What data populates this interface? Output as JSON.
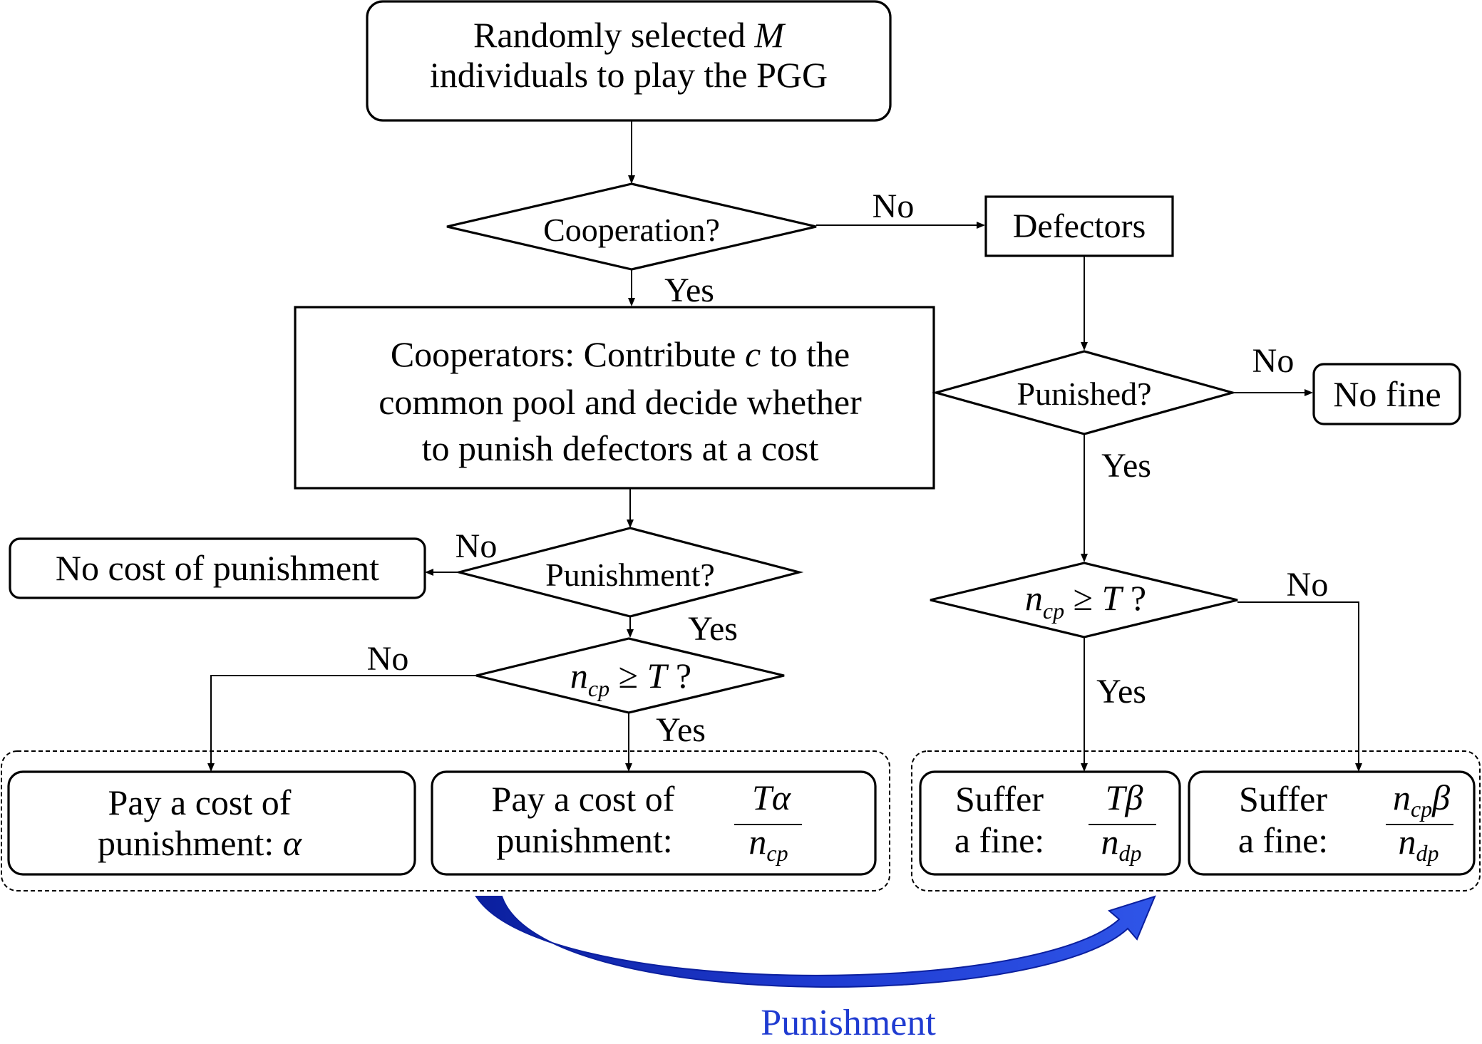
{
  "start": {
    "line1": "Randomly selected",
    "var_m": "M",
    "line2": "individuals to play the PGG"
  },
  "cooperation_q": "Cooperation?",
  "defectors": "Defectors",
  "cooperators": {
    "line1_a": "Cooperators: Contribute ",
    "line1_var": "c",
    "line1_b": " to the",
    "line2": "common pool and decide whether",
    "line3": "to punish defectors at a cost"
  },
  "punished_q": "Punished?",
  "no_fine": "No fine",
  "punishment_q": "Punishment?",
  "no_cost": "No cost of punishment",
  "threshold": {
    "n": "n",
    "sub": "cp",
    "rest": " ≥ ",
    "T": "T",
    "q": " ?"
  },
  "edges": {
    "yes": "Yes",
    "no": "No"
  },
  "outcomes": {
    "pay_alpha": {
      "line1": "Pay a cost of",
      "line2": "punishment: ",
      "alpha": "α"
    },
    "pay_talpha": {
      "line1": "Pay a cost of",
      "line2": "punishment:",
      "num": "Tα",
      "den_n": "n",
      "den_sub": "cp"
    },
    "suffer_tbeta": {
      "line1": "Suffer",
      "line2": "a fine:",
      "num": "Tβ",
      "den_n": "n",
      "den_sub": "dp"
    },
    "suffer_ncpbeta": {
      "line1": "Suffer",
      "line2": "a fine:",
      "num_n": "n",
      "num_sub": "cp",
      "num_beta": "β",
      "den_n": "n",
      "den_sub": "dp"
    }
  },
  "punishment_arrow_label": "Punishment",
  "colors": {
    "arrow_blue": "#1f3bd1",
    "arrow_dark": "#0b1f9e"
  }
}
